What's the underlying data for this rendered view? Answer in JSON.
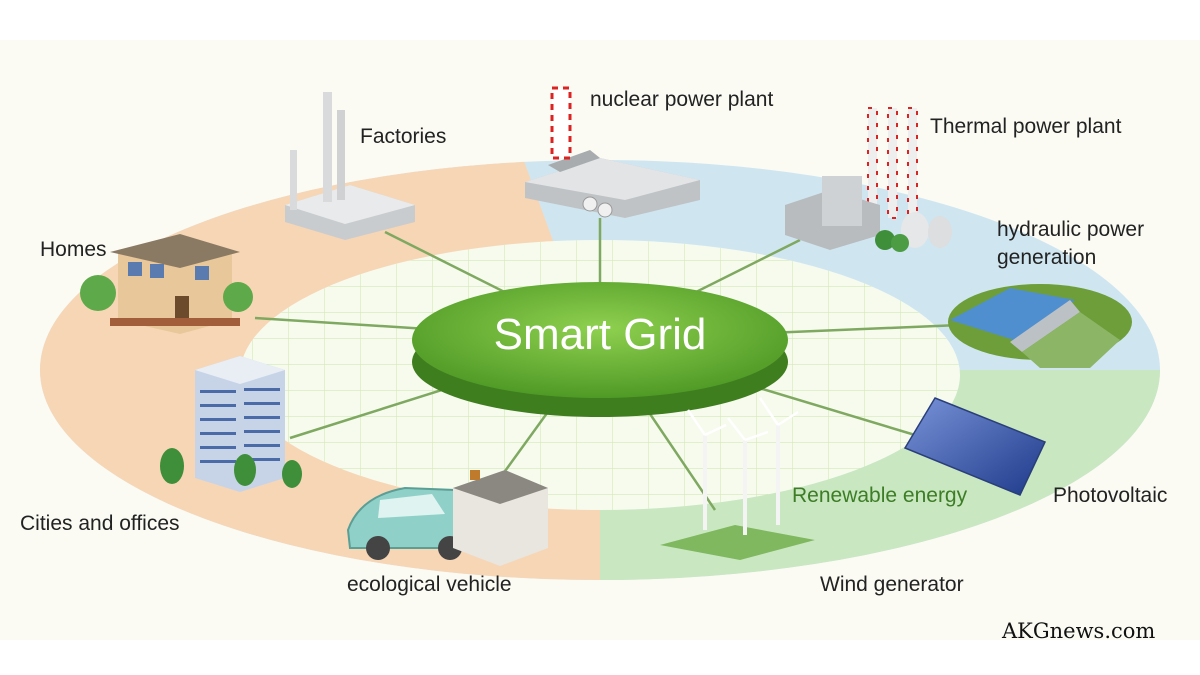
{
  "title": "Smart Grid",
  "nodes": {
    "nuclear": "nuclear power plant",
    "thermal": "Thermal power plant",
    "hydraulic_line1": "hydraulic power",
    "hydraulic_line2": "generation",
    "factories": "Factories",
    "homes": "Homes",
    "cities": "Cities and offices",
    "vehicle": "ecological vehicle",
    "wind": "Wind generator",
    "renewable": "Renewable energy",
    "photovoltaic": "Photovoltaic"
  },
  "watermark": "AKGnews.com",
  "colors": {
    "consumer_zone": "#f7d6b5",
    "supply_zone": "#cfe6f1",
    "renewable_zone": "#c8e6b8",
    "hub_green": "#6cb83a",
    "connector": "#7fa860"
  }
}
